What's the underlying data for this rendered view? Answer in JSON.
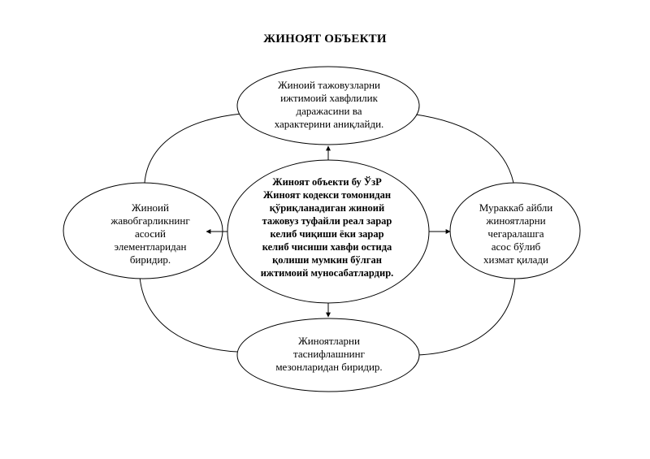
{
  "title": "ЖИНОЯТ ОБЪЕКТИ",
  "nodes": {
    "center": "Жиноят объекти бу ЎзР\nЖиноят кодекси томонидан\nқўриқланадиган жиноий\nтажовуз туфайли реал зарар\nкелиб чиқиши ёки зарар\nкелиб чисиши хавфи остида\nқолиши мумкин бўлган\nижтимоий муносабатлардир.",
    "top": "Жиноий тажовузларни\nижтимоий хавфлилик\nдаражасини ва\nхарактерини аниқлайди.",
    "left": "Жиноий\nжавобгарликнинг\nасосий\nэлементларидан\nбиридир.",
    "right": "Мураккаб айбли\nжиноятларни\nчегаралашга\nасос бўлиб\nхизмат қилади",
    "bottom": "Жиноятларни\nтаснифлашнинг\nмезонларидан биридир."
  },
  "colors": {
    "stroke": "#000000",
    "fill": "#ffffff"
  }
}
